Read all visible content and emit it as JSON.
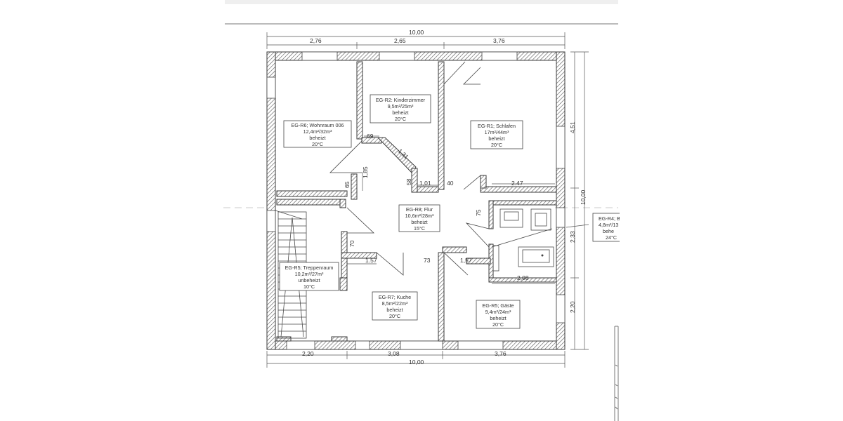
{
  "dimensions": {
    "top_total": "10,00",
    "top_seg1": "2,76",
    "top_seg2": "2,65",
    "top_seg3": "3,76",
    "bottom_total": "10,00",
    "bottom_seg1": "2,20",
    "bottom_seg2": "3,08",
    "bottom_seg3": "3,76",
    "right_total": "10,00",
    "right_seg1": "4,51",
    "right_seg2": "2,33",
    "right_seg3": "2,20",
    "inner_69": "69",
    "inner_185": "1,85",
    "inner_65": "65",
    "inner_101": "1,01",
    "inner_40": "40",
    "inner_247": "2.47",
    "inner_75": "75",
    "inner_70": "70",
    "inner_157a": "1.57",
    "inner_73": "73",
    "inner_157b": "1,57",
    "inner_208": "2,08",
    "inner_131": "1,31",
    "inner_58": "58"
  },
  "rooms": {
    "wohnraum": {
      "name": "EG-R6; Wohnraum 006",
      "area": "12,4m²/32m³",
      "status": "beheizt",
      "temp": "20°C"
    },
    "kinderzimmer": {
      "name": "EG-R2: Kinderzimmer",
      "area": "9,5m²/25m³",
      "status": "beheizt",
      "temp": "20°C"
    },
    "schlafen": {
      "name": "EG-R1; Schlafen",
      "area": "17m²/44m³",
      "status": "beheizt",
      "temp": "20°C"
    },
    "flur": {
      "name": "EG-R8; Flur",
      "area": "10,6m²/28m³",
      "status": "beheizt",
      "temp": "15°C"
    },
    "treppenraum": {
      "name": "EG-R5; Treppenraum",
      "area": "10,2m²/27m³",
      "status": "unbeheizt",
      "temp": "10°C"
    },
    "kuche": {
      "name": "EG-R7; Kuche",
      "area": "8,5m²/22m³",
      "status": "beheizt",
      "temp": "20°C"
    },
    "gaste": {
      "name": "EG-R5; Gäste",
      "area": "9,4m²/24m³",
      "status": "beheizt",
      "temp": "20°C"
    },
    "bad": {
      "name": "EG-R4; B",
      "area": "4,8m²/13",
      "status": "behe",
      "temp": "24°C"
    }
  }
}
